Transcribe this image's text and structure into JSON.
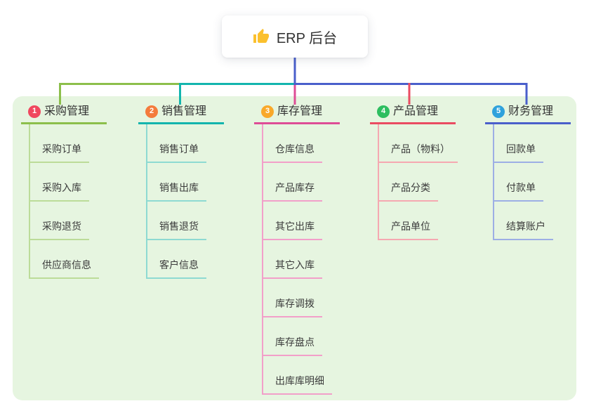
{
  "root": {
    "title": "ERP 后台",
    "icon": "thumbs-up"
  },
  "canvas": {
    "background": "#FFFFFF",
    "panel_color": "#E6F5E0"
  },
  "branches": [
    {
      "badge": "1",
      "title": "采购管理",
      "badge_color": "#F0485E",
      "line_color": "#8CBF4B",
      "child_line_color": "#BCDC99",
      "children": [
        "采购订单",
        "采购入库",
        "采购退货",
        "供应商信息"
      ]
    },
    {
      "badge": "2",
      "title": "销售管理",
      "badge_color": "#F47B3C",
      "line_color": "#13B5AE",
      "child_line_color": "#8EDAD2",
      "children": [
        "销售订单",
        "销售出库",
        "销售退货",
        "客户信息"
      ]
    },
    {
      "badge": "3",
      "title": "库存管理",
      "badge_color": "#F9A92A",
      "line_color": "#DE4D96",
      "child_line_color": "#F29FC9",
      "children": [
        "仓库信息",
        "产品库存",
        "其它出库",
        "其它入库",
        "库存调拨",
        "库存盘点",
        "出库库明细"
      ]
    },
    {
      "badge": "4",
      "title": "产品管理",
      "badge_color": "#2DBE60",
      "line_color": "#EA4C62",
      "child_line_color": "#F5A8B1",
      "children": [
        "产品（物料）",
        "产品分类",
        "产品单位"
      ]
    },
    {
      "badge": "5",
      "title": "财务管理",
      "badge_color": "#2FA2DC",
      "line_color": "#4A5FCB",
      "child_line_color": "#9DAFE5",
      "children": [
        "回款单",
        "付款单",
        "结算账户"
      ]
    }
  ]
}
